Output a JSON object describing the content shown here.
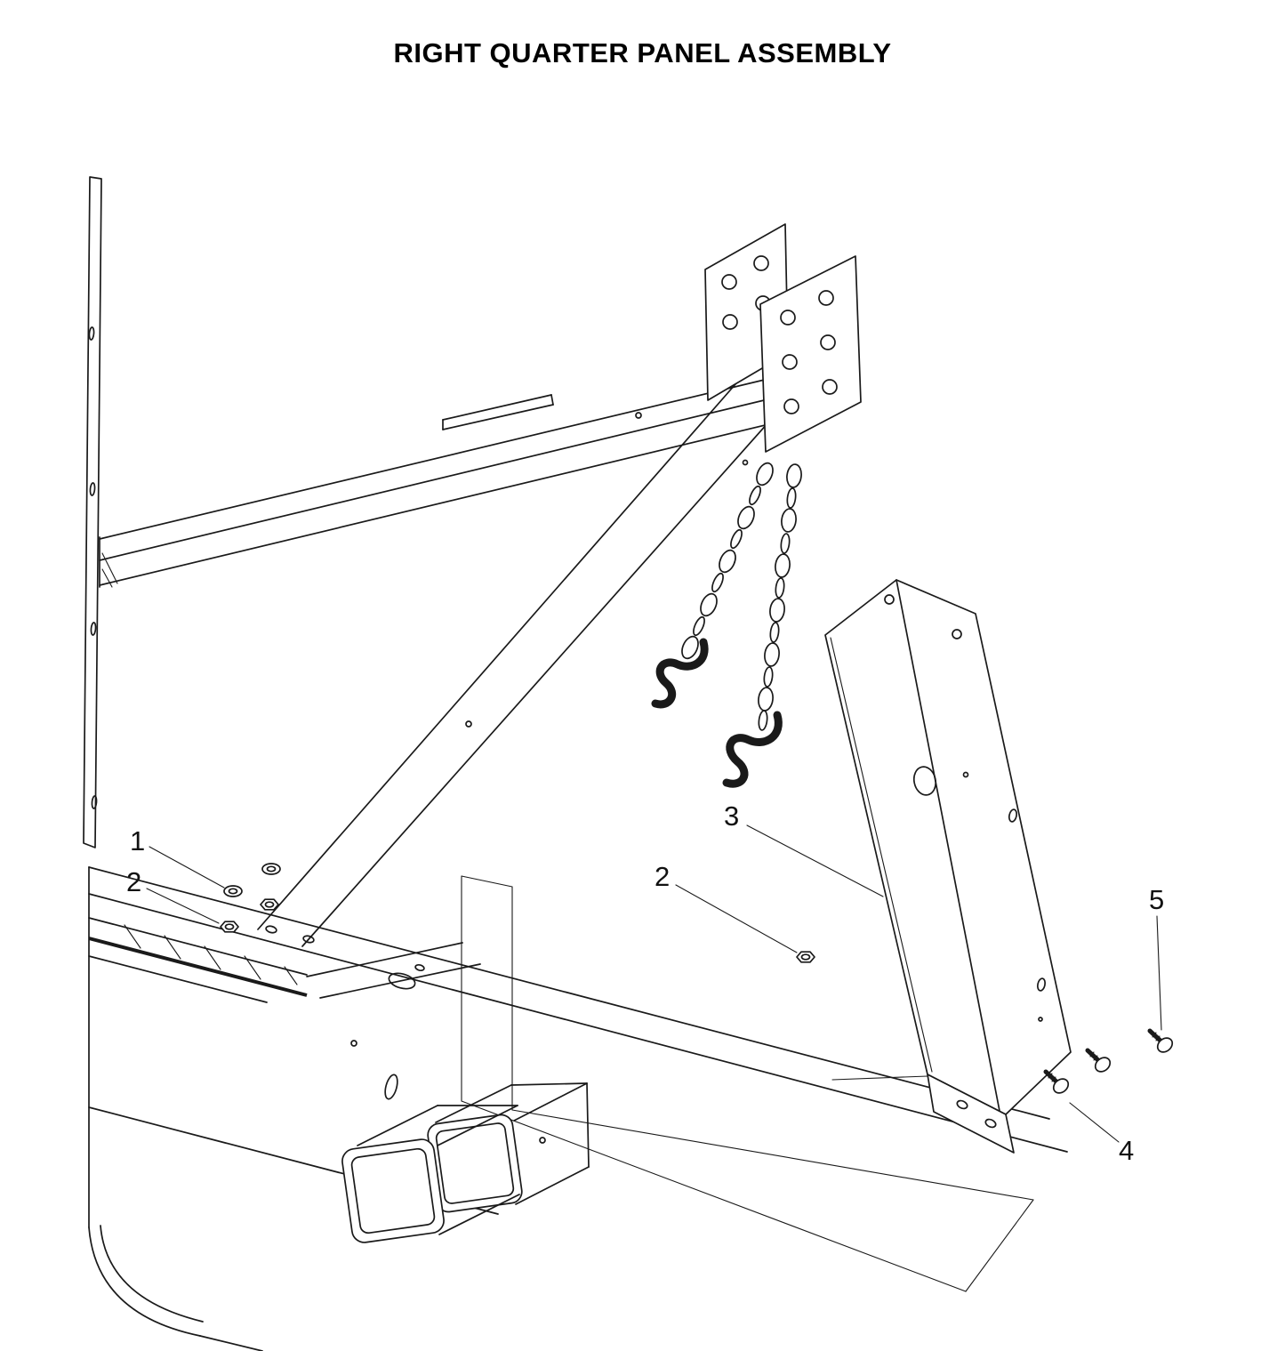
{
  "title": "RIGHT QUARTER PANEL ASSEMBLY",
  "colors": {
    "line": "#1a1a1a",
    "background": "#ffffff"
  },
  "callouts": {
    "c1": {
      "label": "1",
      "part": "flat-washer"
    },
    "c2a": {
      "label": "2",
      "part": "hex-nut"
    },
    "c2b": {
      "label": "2",
      "part": "hex-nut"
    },
    "c3": {
      "label": "3",
      "part": "right-quarter-panel"
    },
    "c4": {
      "label": "4",
      "part": "button-head-bolts"
    },
    "c5": {
      "label": "5",
      "part": "hex-bolt"
    }
  }
}
